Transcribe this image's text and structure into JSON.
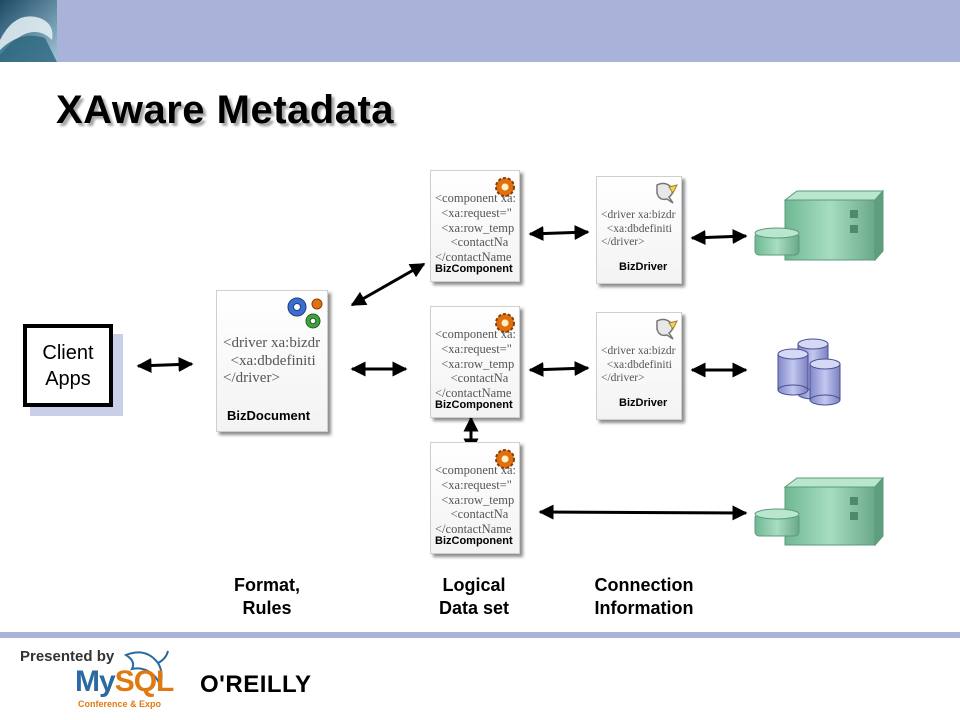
{
  "title": "XAware Metadata",
  "client": {
    "label": "Client\nApps"
  },
  "biz_document": {
    "code": "<driver xa:bizdr\n  <xa:dbdefiniti\n</driver>",
    "caption": "BizDocument"
  },
  "biz_components": [
    {
      "code": "<component xa:\n  <xa:request=\"\n  <xa:row_temp\n     <contactNa\n</contactName",
      "caption": "BizComponent"
    },
    {
      "code": "<component xa:\n  <xa:request=\"\n  <xa:row_temp\n     <contactNa\n</contactName",
      "caption": "BizComponent"
    },
    {
      "code": "<component xa:\n  <xa:request=\"\n  <xa:row_temp\n     <contactNa\n</contactName",
      "caption": "BizComponent"
    }
  ],
  "biz_drivers": [
    {
      "code": "<driver xa:bizdr\n  <xa:dbdefiniti\n</driver>",
      "caption": "BizDriver"
    },
    {
      "code": "<driver xa:bizdr\n  <xa:dbdefiniti\n</driver>",
      "caption": "BizDriver"
    }
  ],
  "column_labels": {
    "format": "Format,\nRules",
    "logical": "Logical\nData set",
    "connection": "Connection\nInformation"
  },
  "footer": {
    "presented_by": "Presented by",
    "mysql_my": "My",
    "mysql_sql": "SQL",
    "conference": "Conference & Expo",
    "oreilly": "O'REILLY"
  },
  "colors": {
    "band": "#a9b3d9",
    "server": "#8fcfae",
    "cylinder": "#a8aee0",
    "gear": "#e07010"
  }
}
